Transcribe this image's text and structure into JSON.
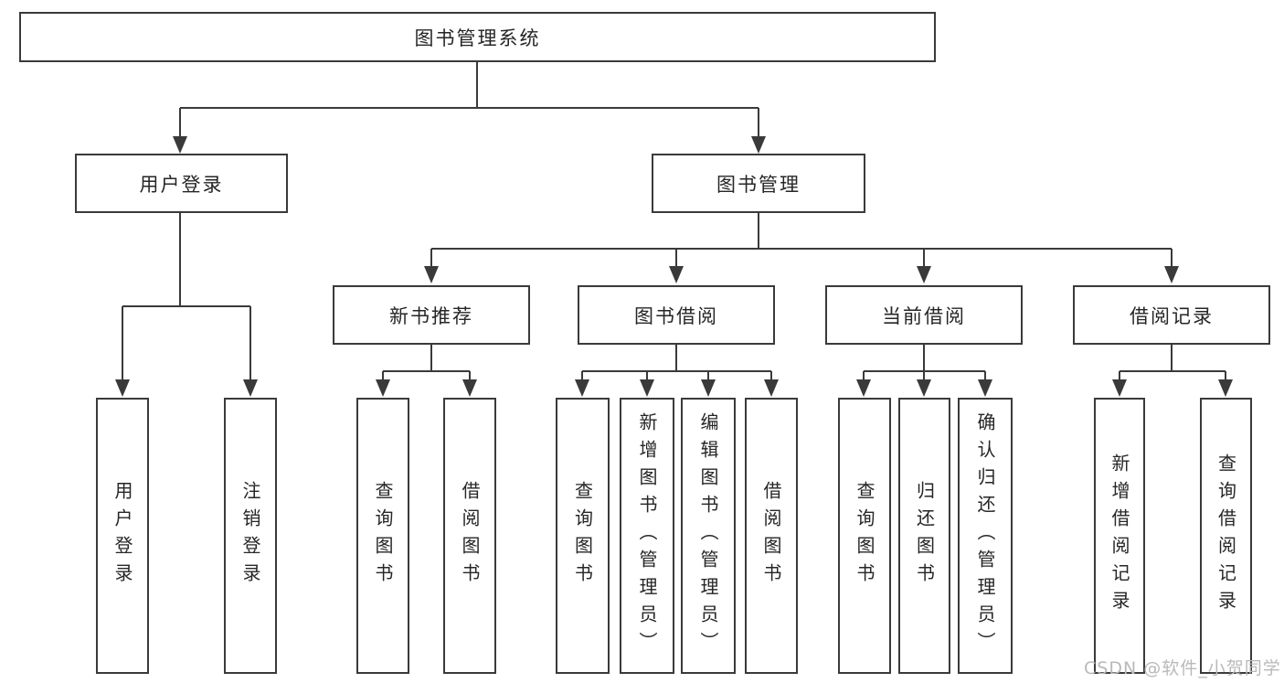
{
  "nodes": {
    "root": "图书管理系统",
    "user_login": "用户登录",
    "book_mgmt": "图书管理",
    "new_book": "新书推荐",
    "book_borrow": "图书借阅",
    "current_borrow": "当前借阅",
    "borrow_records": "借阅记录",
    "leaf_user_login": "用户登录",
    "leaf_logout": "注销登录",
    "leaf_newbook_query": "查询图书",
    "leaf_newbook_borrow": "借阅图书",
    "leaf_borrow_query": "查询图书",
    "leaf_borrow_add": "新增图书（管理员）",
    "leaf_borrow_edit": "编辑图书（管理员）",
    "leaf_borrow_do": "借阅图书",
    "leaf_current_query": "查询图书",
    "leaf_current_return": "归还图书",
    "leaf_current_confirm": "确认归还（管理员）",
    "leaf_records_add": "新增借阅记录",
    "leaf_records_query": "查询借阅记录"
  },
  "watermark": "CSDN @软件_小贺同学",
  "colors": {
    "line": "#3a3a3a",
    "text": "#262626",
    "watermark": "#b9b9b9",
    "background": "#ffffff"
  }
}
